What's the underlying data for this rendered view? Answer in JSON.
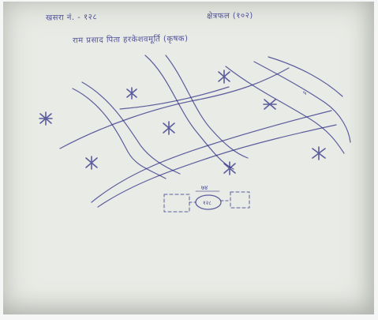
{
  "header": {
    "khasra_label": "खसरा नं. - १२८",
    "area_label": "क्षेत्रफल (१०२)",
    "owner_line": "राम प्रसाद पिता हरकेशवमूर्ति (कृषक)"
  },
  "map": {
    "center_plot_label": "१२८",
    "plot_top_label": "७४",
    "corner_mark": "५"
  },
  "colors": {
    "ink": "#2c2d84",
    "paper": "#e9ebe6"
  }
}
